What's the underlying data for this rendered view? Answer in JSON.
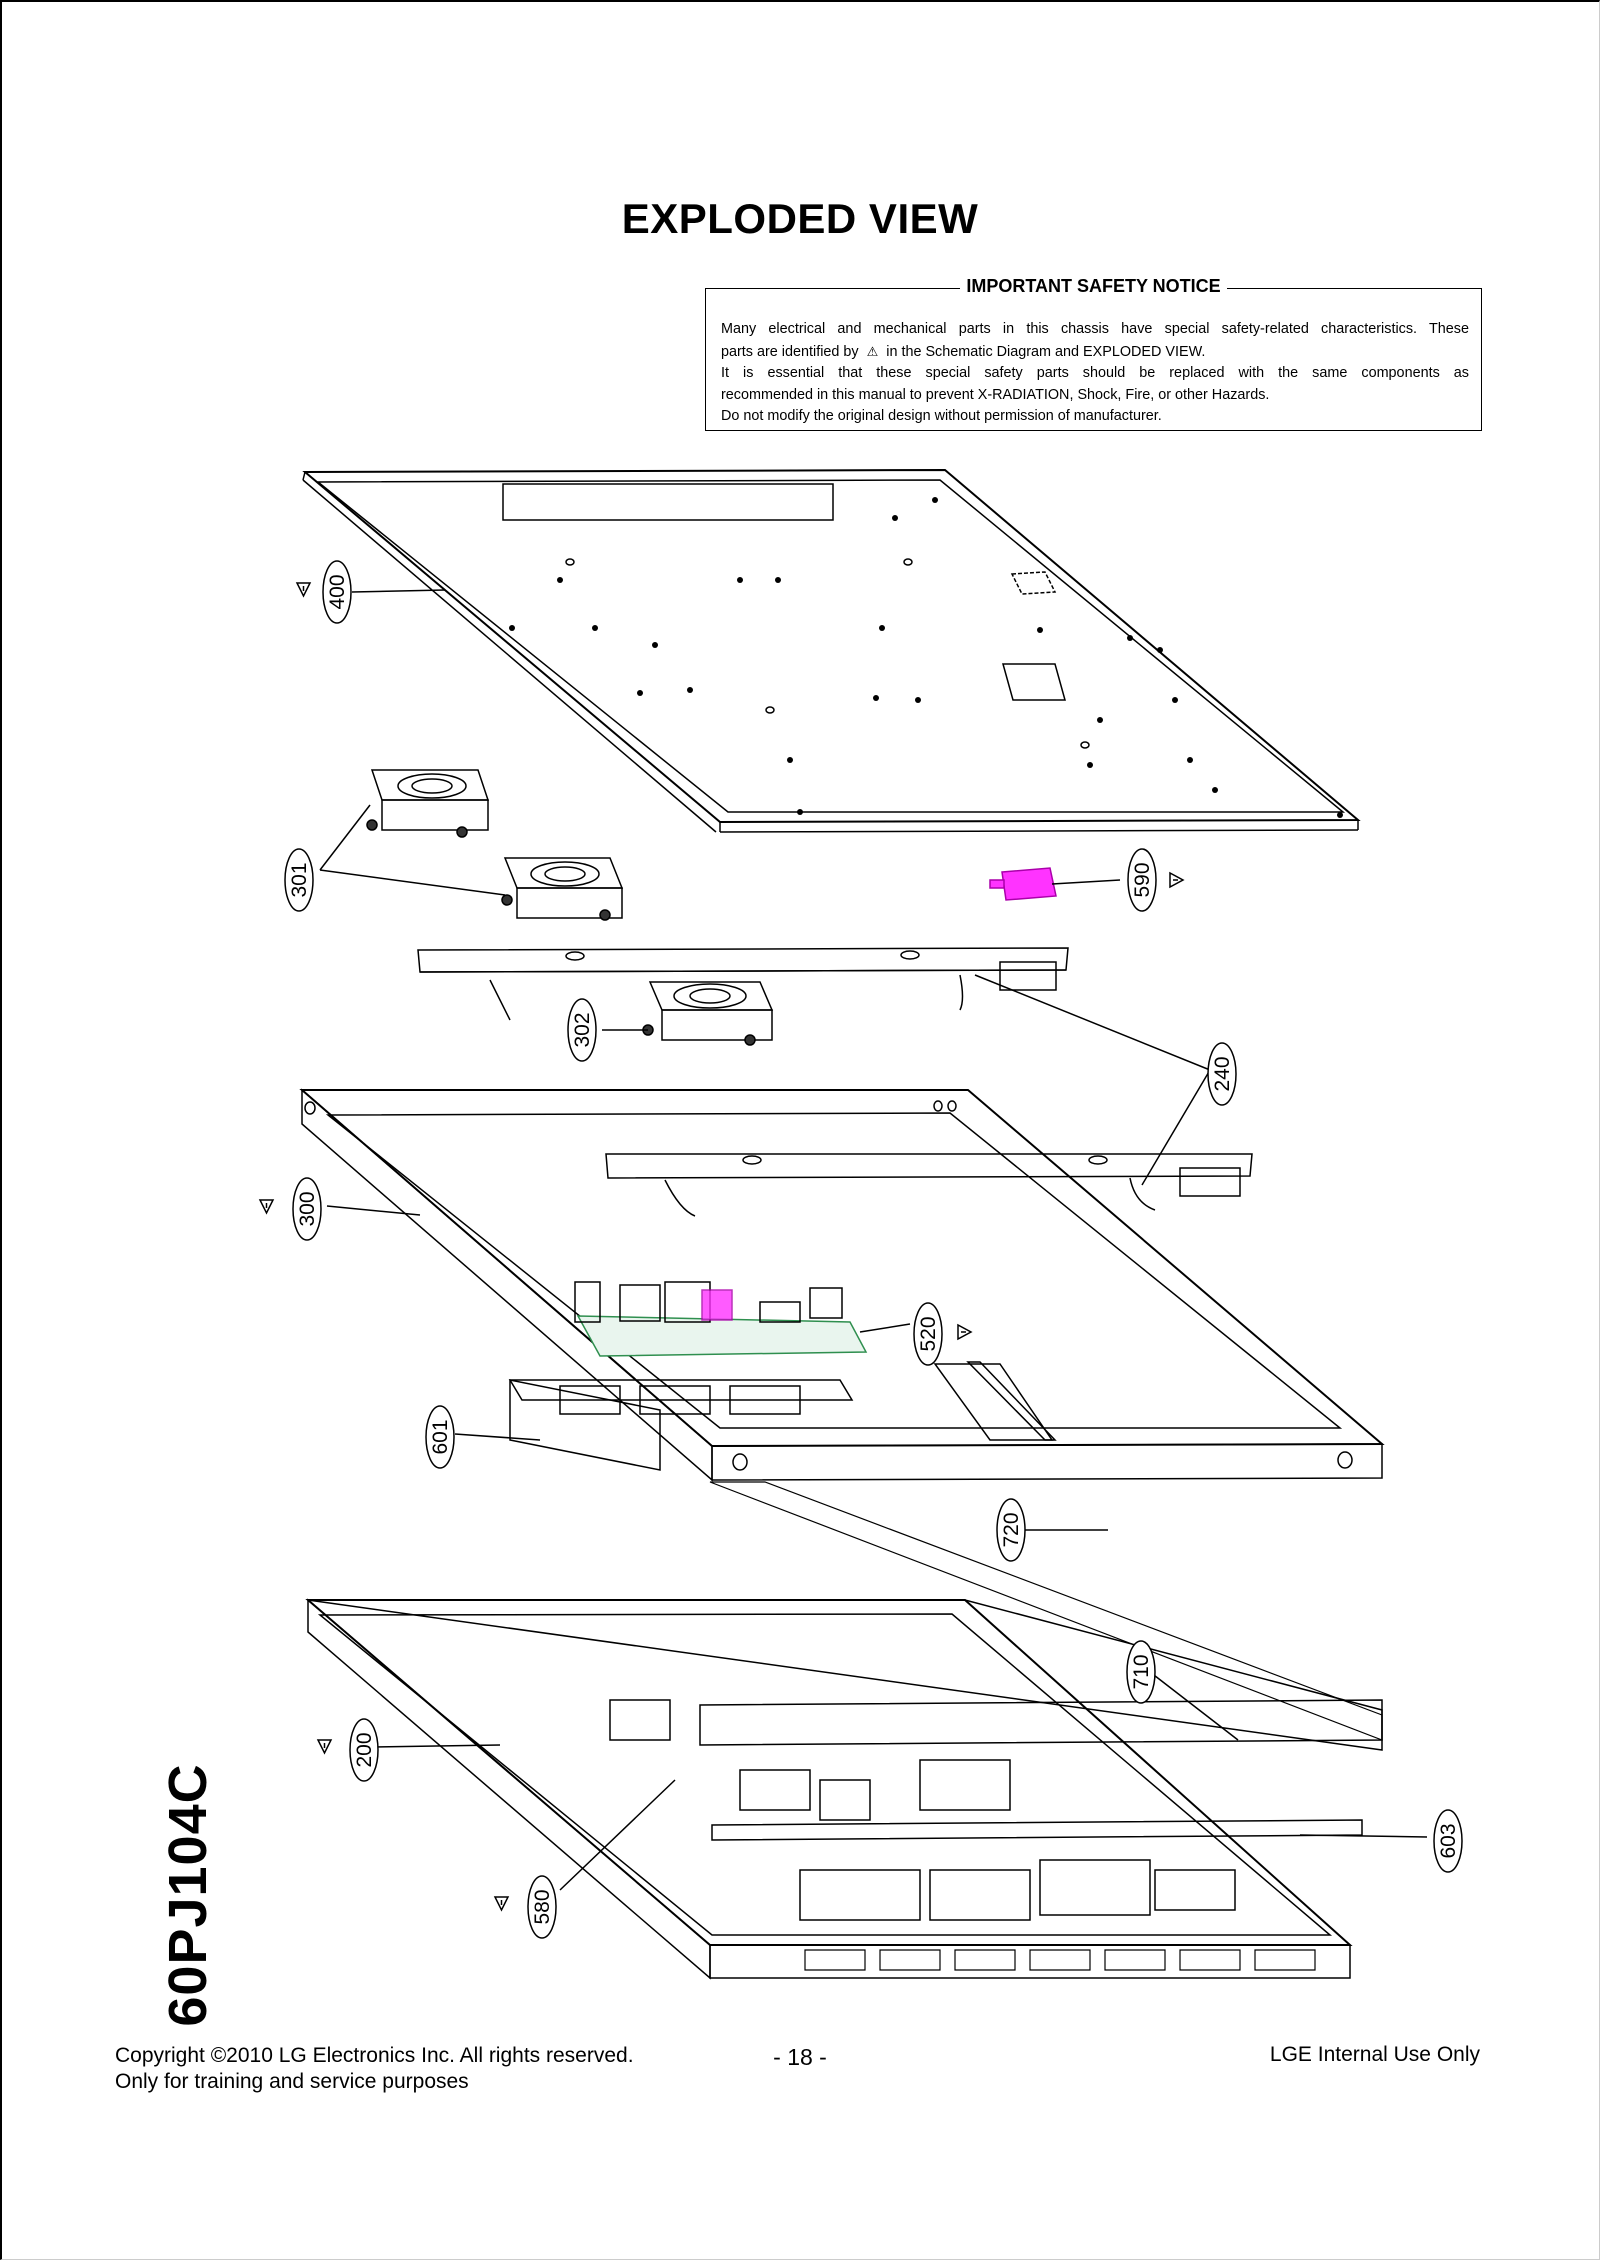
{
  "page": {
    "title": "EXPLODED VIEW",
    "model": "60PJ104C"
  },
  "notice": {
    "heading": "IMPORTANT SAFETY NOTICE",
    "line1": "Many electrical and mechanical parts in this chassis have special safety-related characteristics. These",
    "line2a": "parts are identified by",
    "warn_symbol": "⚠",
    "line2b": "in the Schematic Diagram and EXPLODED VIEW.",
    "line3": "It is essential that these special safety parts should be replaced with the same components as",
    "line4": "recommended in this manual to prevent X-RADIATION, Shock, Fire, or other Hazards.",
    "line5": "Do not modify the original design without permission of manufacturer."
  },
  "callouts": {
    "c400": "400",
    "c301": "301",
    "c590": "590",
    "c302": "302",
    "c240": "240",
    "c300": "300",
    "c520": "520",
    "c601": "601",
    "c720": "720",
    "c710": "710",
    "c200": "200",
    "c603": "603",
    "c580": "580"
  },
  "colors": {
    "highlight_part": "#ff33ff",
    "board_green": "#2f8f4f"
  },
  "footer": {
    "copyright": "Copyright ©2010 LG Electronics Inc. All rights reserved.",
    "purpose": "Only for training and service purposes",
    "page_number": "- 18 -",
    "internal": "LGE Internal Use Only"
  }
}
